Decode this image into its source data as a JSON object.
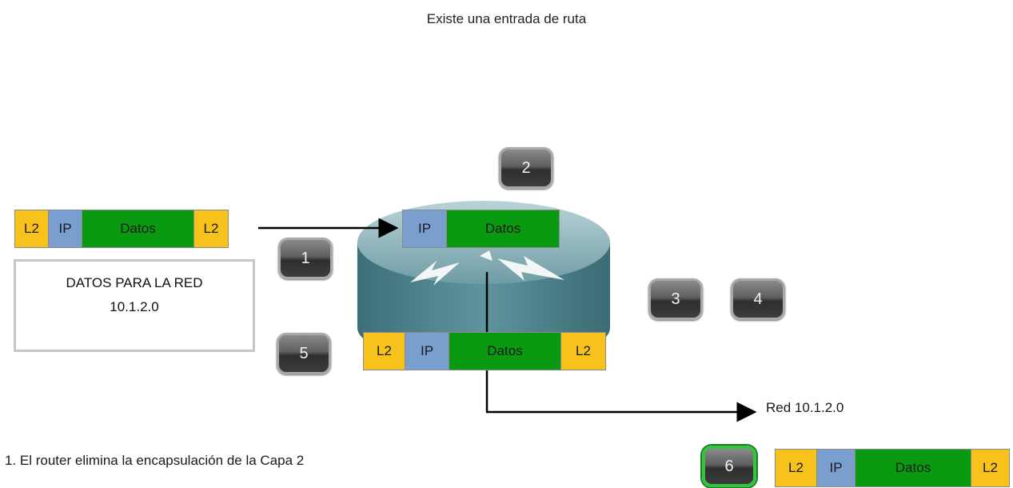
{
  "title": "Existe una entrada de ruta",
  "packets": {
    "incoming": [
      "L2",
      "IP",
      "Datos",
      "L2"
    ],
    "inside": [
      "IP",
      "Datos"
    ],
    "reencap": [
      "L2",
      "IP",
      "Datos",
      "L2"
    ],
    "bottom_right": [
      "L2",
      "IP",
      "Datos",
      "L2"
    ]
  },
  "steps": {
    "s1": "1",
    "s2": "2",
    "s3": "3",
    "s4": "4",
    "s5": "5",
    "s6": "6",
    "active": "6"
  },
  "data_box": {
    "line1": "DATOS PARA LA RED",
    "line2": "10.1.2.0"
  },
  "network_label": "Red 10.1.2.0",
  "description": "1. El router elimina la encapsulación de la Capa 2",
  "colors": {
    "l2": "#f7c21b",
    "ip": "#7a9fcf",
    "datos": "#0a9a12",
    "router": "#5a8f9a",
    "active_step": "#35c23c"
  }
}
